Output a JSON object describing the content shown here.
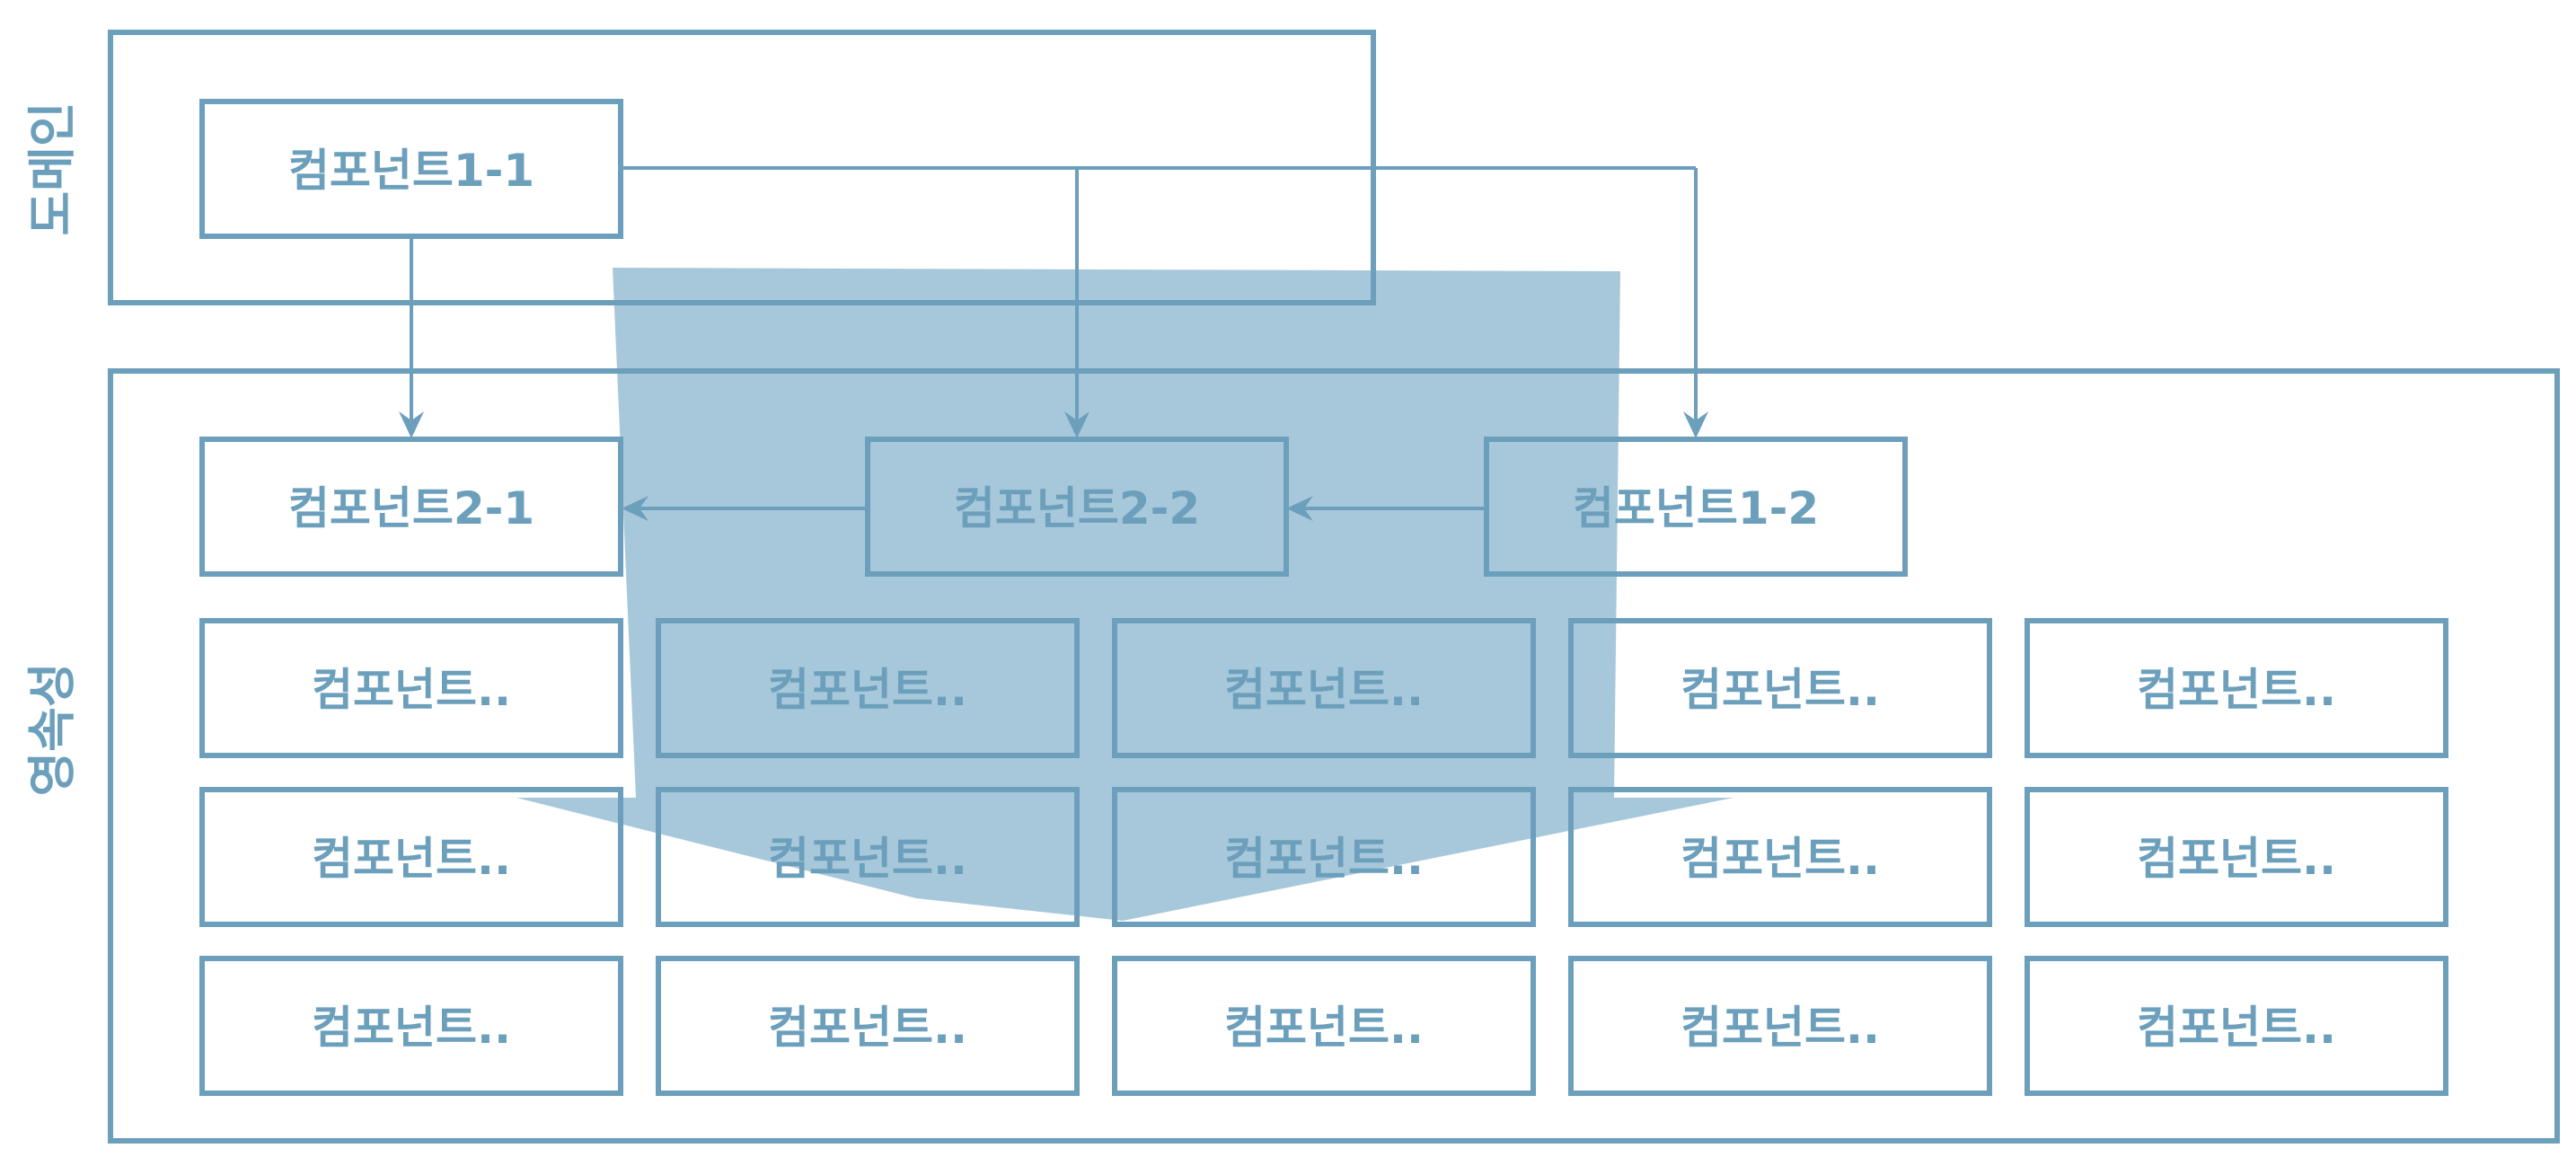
{
  "diagram": {
    "colors": {
      "stroke": "#6c9fbb",
      "text": "#6c9fbb",
      "overlay": "#a7c8db",
      "background": "#ffffff"
    },
    "regions": {
      "domain": {
        "label": "도메인"
      },
      "project": {
        "label": "영속성"
      }
    },
    "components": {
      "c1_1": "컴포넌트1-1",
      "c2_1": "컴포넌트2-1",
      "c2_2": "컴포넌트2-2",
      "c1_2": "컴포넌트1-2"
    },
    "grid_label": "컴포넌트..",
    "edges": [
      {
        "from": "컴포넌트1-1",
        "to": "컴포넌트2-1"
      },
      {
        "from": "컴포넌트1-1",
        "to": "컴포넌트2-2"
      },
      {
        "from": "컴포넌트1-1",
        "to": "컴포넌트1-2"
      },
      {
        "from": "컴포넌트2-2",
        "to": "컴포넌트2-1"
      },
      {
        "from": "컴포넌트1-2",
        "to": "컴포넌트2-2"
      }
    ]
  }
}
